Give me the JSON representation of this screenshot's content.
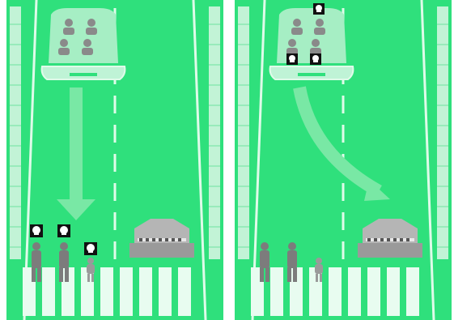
{
  "scene": "moral-machine-dilemma",
  "colors": {
    "background": "#ffffff",
    "road": "#2fe07c",
    "lane_line": "#dffbe9",
    "side_barrier": "#bff2d3",
    "car": "#a6eec4",
    "arrow": "#79e8a5",
    "figure_body": "#8a8a8a",
    "skull_box": "#111111",
    "barrier_body": "#9a9a9a",
    "crosswalk": "#e8fcf0"
  },
  "panels": [
    {
      "id": "left",
      "action": "stay-in-lane",
      "car": {
        "passengers": [
          "woman",
          "man",
          "woman",
          "woman"
        ],
        "casualties": []
      },
      "pedestrians": [
        {
          "type": "man",
          "casualty": true
        },
        {
          "type": "man",
          "casualty": true
        },
        {
          "type": "girl",
          "casualty": true
        }
      ],
      "obstacle": "concrete-barrier"
    },
    {
      "id": "right",
      "action": "swerve",
      "car": {
        "passengers": [
          "woman",
          "man",
          "woman",
          "woman"
        ],
        "casualties": [
          "woman",
          "man",
          "woman"
        ]
      },
      "pedestrians": [
        {
          "type": "man",
          "casualty": false
        },
        {
          "type": "man",
          "casualty": false
        },
        {
          "type": "girl",
          "casualty": false
        }
      ],
      "obstacle": "concrete-barrier"
    }
  ],
  "icons": {
    "skull": "skull-icon",
    "pedestrian": "pedestrian-icon",
    "passenger": "passenger-icon",
    "barrier": "barrier-icon",
    "arrow": "direction-arrow-icon"
  }
}
